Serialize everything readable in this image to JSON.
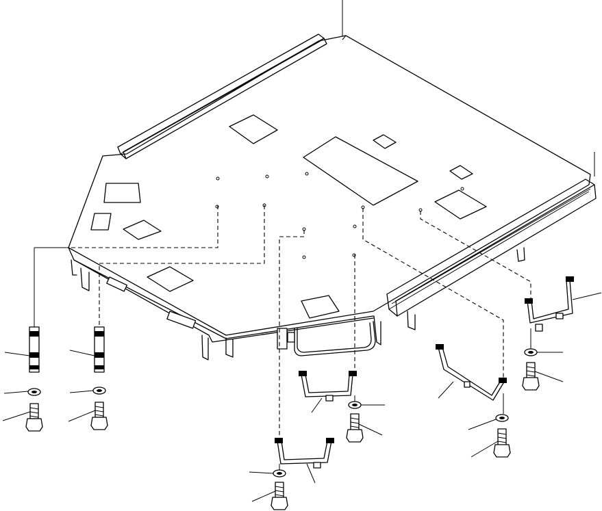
{
  "figure": {
    "colors": {
      "ink": "#000000",
      "paper": "#ffffff"
    },
    "parts": {
      "floor_plate": "floor-plate",
      "spacer_tubes": 2,
      "u_brackets": 4,
      "bolts": 6,
      "washers": 6
    }
  }
}
